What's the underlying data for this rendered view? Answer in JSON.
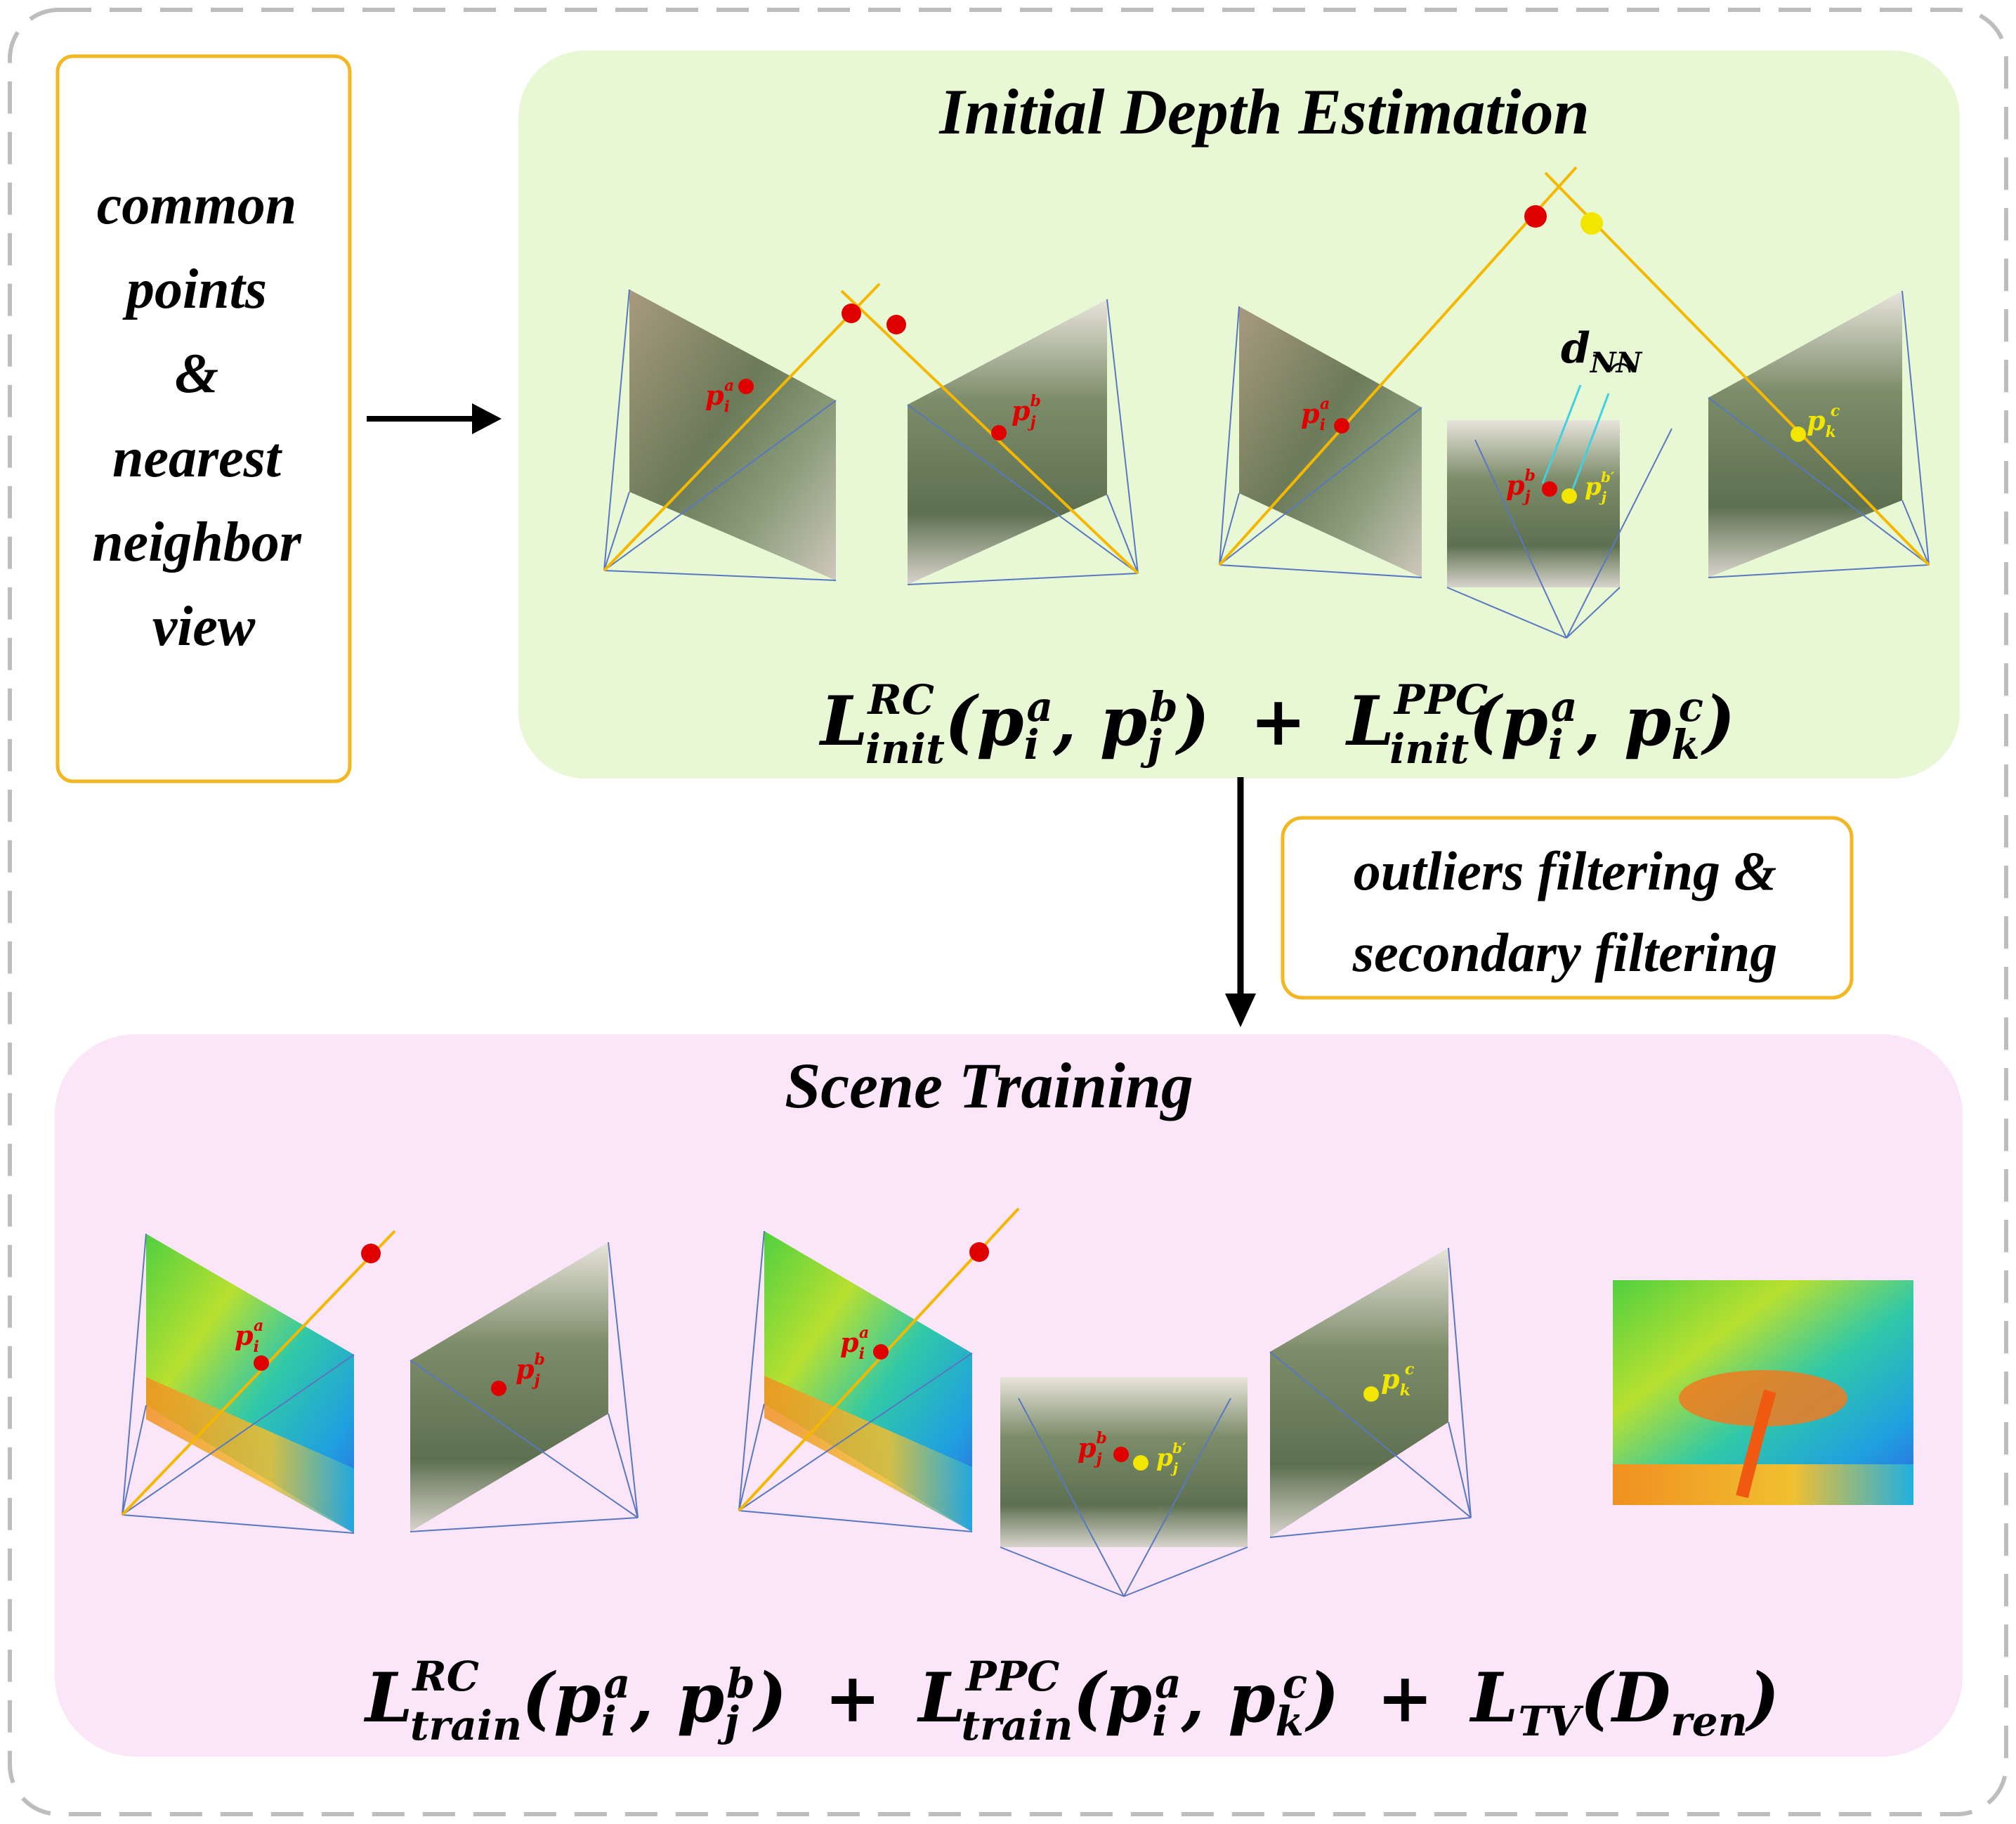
{
  "input_box": {
    "lines": [
      "common",
      "points",
      "&",
      "nearest",
      "neighbor",
      "view"
    ]
  },
  "init_panel": {
    "title": "Initial Depth Estimation",
    "dnn_label": {
      "base": "d",
      "sub": "NN"
    },
    "loss": {
      "term1": {
        "base": "L",
        "sup": "RC",
        "sub": "init",
        "args": "(p_i^a, p_j^b)"
      },
      "plus": "+",
      "term2": {
        "base": "L",
        "sup": "PPC",
        "sub": "init",
        "args": "(p_i^a, p_k^c)"
      }
    }
  },
  "filter_box": {
    "line1": "outliers filtering &",
    "line2": "secondary filtering"
  },
  "scene_panel": {
    "title": "Scene Training",
    "loss": {
      "term1": {
        "base": "L",
        "sup": "RC",
        "sub": "train",
        "args": "(p_i^a, p_j^b)"
      },
      "plus1": "+",
      "term2": {
        "base": "L",
        "sup": "PPC",
        "sub": "train",
        "args": "(p_i^a, p_k^c)"
      },
      "plus2": "+",
      "term3": {
        "base": "L",
        "sub": "TV",
        "arg": "D",
        "arg_sub": "ren"
      }
    }
  },
  "point_labels": {
    "pia": {
      "base": "p",
      "sub": "i",
      "sup": "a"
    },
    "pjb": {
      "base": "p",
      "sub": "j",
      "sup": "b"
    },
    "pjb_prime": {
      "base": "p",
      "sub": "j",
      "sup": "b′"
    },
    "pkc": {
      "base": "p",
      "sub": "k",
      "sup": "c"
    }
  },
  "colors": {
    "init_bg": "#e8f8d4",
    "scene_bg": "#fae6f8",
    "box_border": "#f2b722",
    "ray": "#f5b800",
    "frustum": "#5878c0",
    "red_point": "#e00000",
    "yellow_point": "#f2e600",
    "dnn_line": "#40d0e0"
  }
}
